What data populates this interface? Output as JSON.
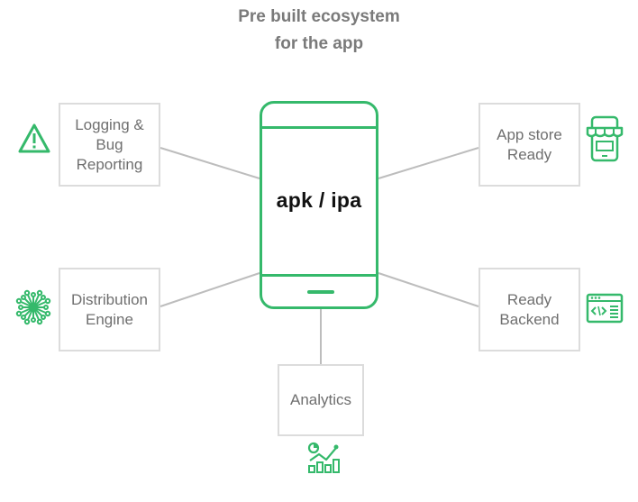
{
  "title": {
    "line1": "Pre built ecosystem",
    "line2": "for the app"
  },
  "center": {
    "label": "apk / ipa"
  },
  "nodes": {
    "logging": "Logging &\nBug\nReporting",
    "appstore": "App store\nReady",
    "distribution": "Distribution\nEngine",
    "backend": "Ready\nBackend",
    "analytics": "Analytics"
  },
  "colors": {
    "accent": "#35b96b",
    "box_border": "#dcdcdc",
    "connector": "#bdbdbd",
    "text": "#6f6f6f"
  },
  "icons": {
    "logging": "warning-icon",
    "appstore": "store-phone-icon",
    "distribution": "network-hub-icon",
    "backend": "code-window-icon",
    "analytics": "chart-icon"
  }
}
